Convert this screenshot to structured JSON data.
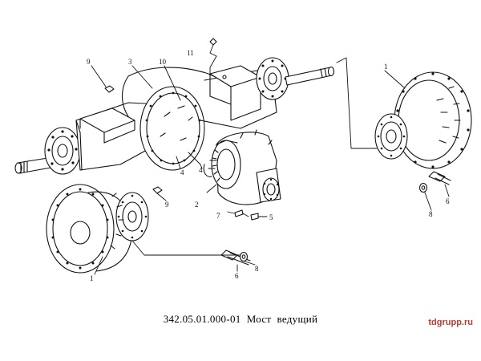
{
  "caption": {
    "code": "342.05.01.000-01",
    "title": "Мост  ведущий"
  },
  "watermark": "tdgrupp.ru",
  "colors": {
    "line": "#111111",
    "watermark": "#c0392b",
    "background": "#ffffff"
  },
  "callouts": {
    "c1a": "1",
    "c1b": "1",
    "c2": "2",
    "c3": "3",
    "c4a": "4",
    "c4b": "4",
    "c5": "5",
    "c6a": "6",
    "c6b": "6",
    "c7": "7",
    "c8a": "8",
    "c8b": "8",
    "c9a": "9",
    "c9b": "9",
    "c10": "10",
    "c11": "11"
  }
}
